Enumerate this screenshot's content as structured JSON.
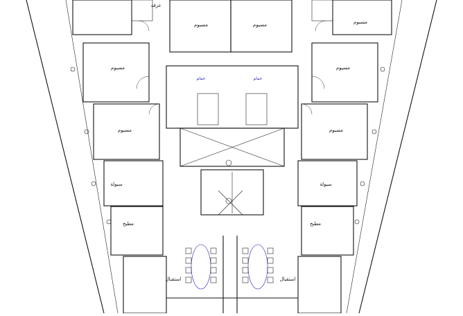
{
  "drawing": {
    "type": "architectural-floor-plan",
    "line_color": "#111111",
    "accent_color": "#1e1eb4",
    "background": "#ffffff"
  },
  "labels": {
    "room_top_left": "غرفة",
    "room_top_center_left": "مسيوم",
    "room_top_center_right": "مسيوم",
    "room_top_right": "مسيوم",
    "room_left_1": "مسيوم",
    "room_right_1": "مسيوم",
    "room_left_2": "مسيوم",
    "room_right_2": "مسيوم",
    "service_left": "سيولة",
    "service_right": "سيولة",
    "kitchen_left": "مطبخ",
    "kitchen_right": "مطبخ",
    "living_left": "استقبال",
    "living_right": "استقبال",
    "bath_left": "حمام",
    "bath_right": "حمام"
  }
}
